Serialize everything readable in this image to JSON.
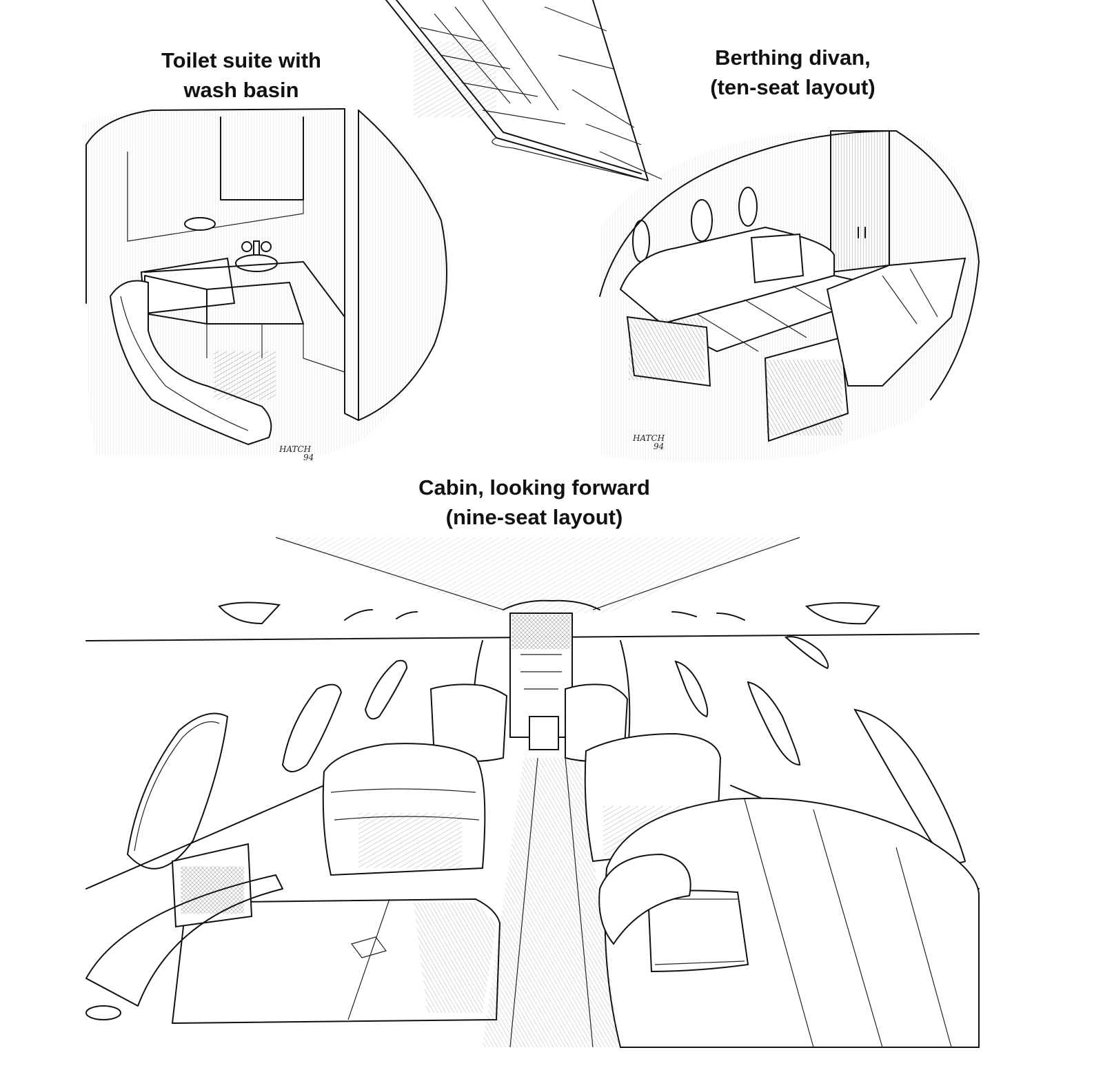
{
  "captions": {
    "toilet": {
      "line1": "Toilet suite with",
      "line2": "wash basin"
    },
    "divan": {
      "line1": "Berthing divan,",
      "line2": "(ten-seat layout)"
    },
    "cabin": {
      "line1": "Cabin, looking forward",
      "line2": "(nine-seat layout)"
    }
  },
  "signatures": {
    "toilet": {
      "name": "HATCH",
      "year": "94"
    },
    "divan": {
      "name": "HATCH",
      "year": "94"
    }
  },
  "colors": {
    "ink": "#111111",
    "paper": "#ffffff"
  }
}
